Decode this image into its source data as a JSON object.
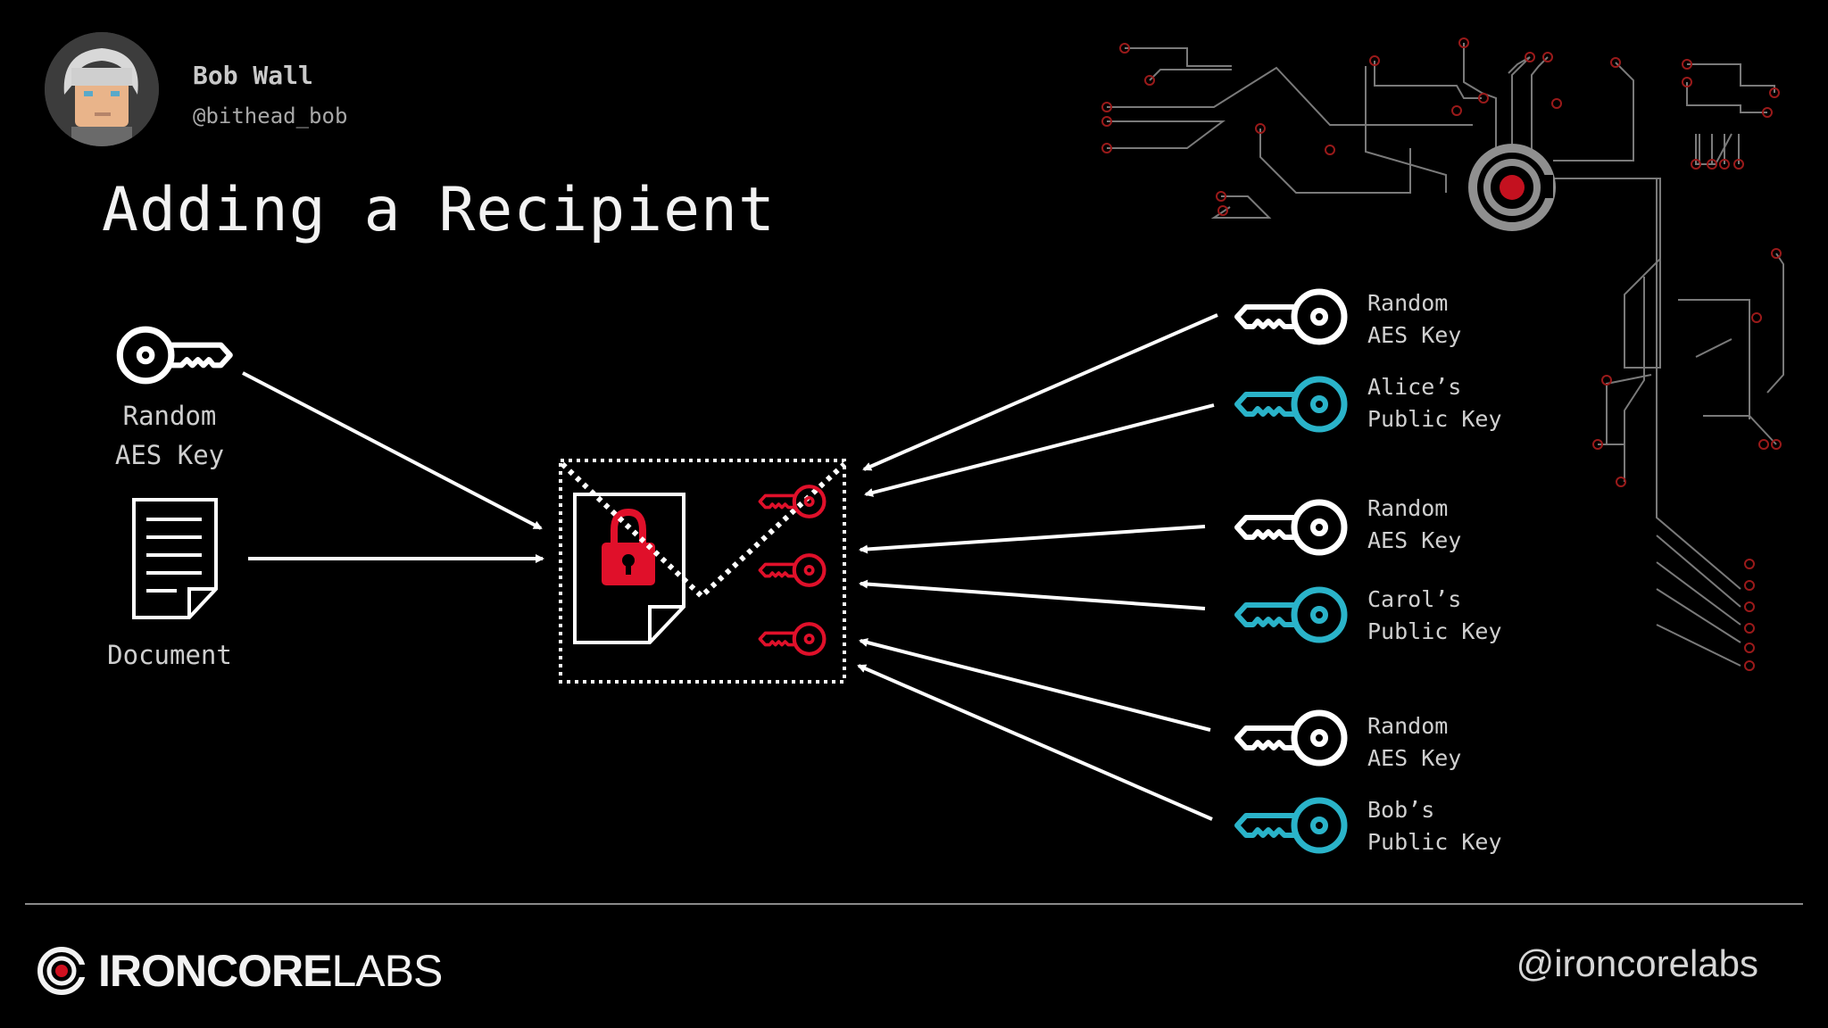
{
  "author": {
    "name": "Bob Wall",
    "handle": "@bithead_bob"
  },
  "slide": {
    "title": "Adding a Recipient"
  },
  "inputs": {
    "aes_key": {
      "line1": "Random",
      "line2": "AES Key"
    },
    "document": {
      "label": "Document"
    }
  },
  "key_pairs": [
    {
      "aes_line1": "Random",
      "aes_line2": "AES Key",
      "pub_line1": "Alice’s",
      "pub_line2": "Public Key"
    },
    {
      "aes_line1": "Random",
      "aes_line2": "AES Key",
      "pub_line1": "Carol’s",
      "pub_line2": "Public Key"
    },
    {
      "aes_line1": "Random",
      "aes_line2": "AES Key",
      "pub_line1": "Bob’s",
      "pub_line2": "Public Key"
    }
  ],
  "footer": {
    "brand_bold": "IRONCORE",
    "brand_light": "LABS",
    "handle": "@ironcorelabs"
  },
  "colors": {
    "background": "#000000",
    "white": "#ffffff",
    "red": "#e0102a",
    "teal": "#2ab3c9",
    "circuit": "#7a7a7a"
  },
  "icons": [
    "key-icon",
    "document-icon",
    "lock-icon",
    "circuit-decoration",
    "ironcore-logo-icon"
  ]
}
